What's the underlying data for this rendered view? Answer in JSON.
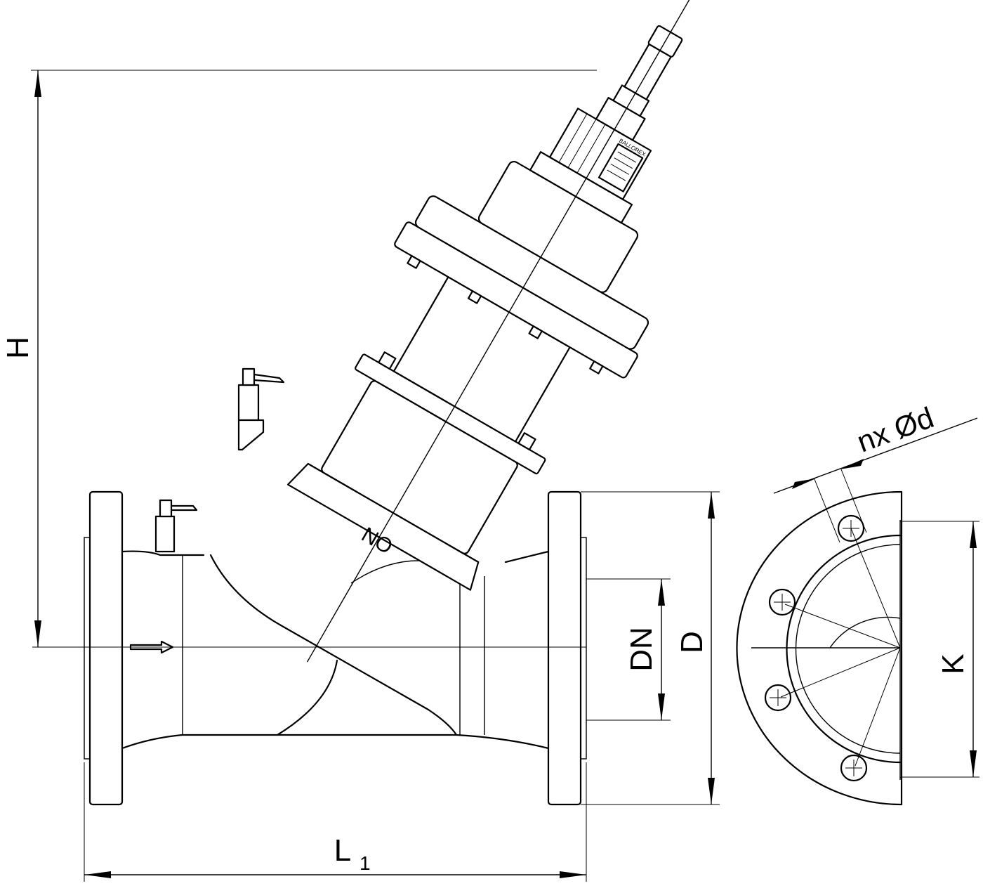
{
  "labels": {
    "height": "H",
    "length_main": "L",
    "length_sub": "1",
    "nominal_diameter": "DN",
    "flange_diameter": "D",
    "bolt_circle": "K",
    "bolt_holes": "nx Ød",
    "body_marking": "ON",
    "handwheel_marking": "BALLOREX"
  }
}
